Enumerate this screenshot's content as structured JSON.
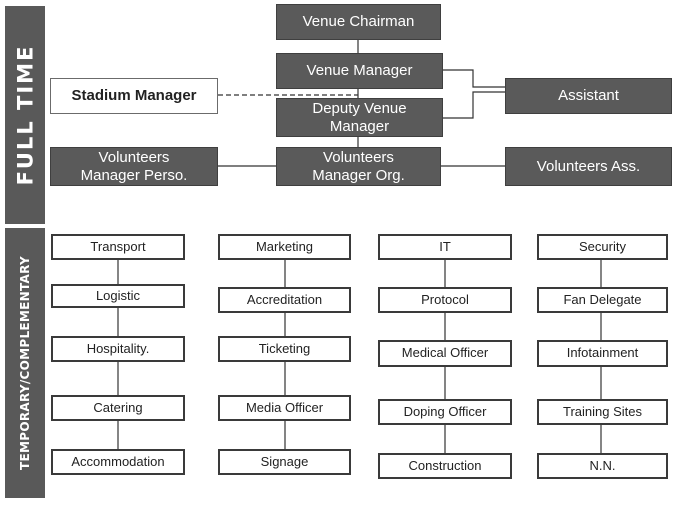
{
  "bands": {
    "full_time": "FULL TIME",
    "temporary": "TEMPORARY/COMPLEMENTARY"
  },
  "full_time": {
    "venue_chairman": "Venue Chairman",
    "venue_manager": "Venue Manager",
    "deputy_venue_manager": "Deputy Venue Manager",
    "stadium_manager": "Stadium Manager",
    "assistant": "Assistant",
    "volunteers_manager_perso": "Volunteers Manager Perso.",
    "volunteers_manager_org": "Volunteers Manager Org.",
    "volunteers_ass": "Volunteers Ass."
  },
  "columns": [
    {
      "items": [
        "Transport",
        "Logistic",
        "Hospitality.",
        "Catering",
        "Accommodation"
      ]
    },
    {
      "items": [
        "Marketing",
        "Accreditation",
        "Ticketing",
        "Media Officer",
        "Signage"
      ]
    },
    {
      "items": [
        "IT",
        "Protocol",
        "Medical Officer",
        "Doping Officer",
        "Construction"
      ]
    },
    {
      "items": [
        "Security",
        "Fan Delegate",
        "Infotainment",
        "Training Sites",
        "N.N."
      ]
    }
  ],
  "colors": {
    "band": "#595959",
    "dark_box": "#5a5a5a",
    "outline": "#3a3a3a"
  }
}
